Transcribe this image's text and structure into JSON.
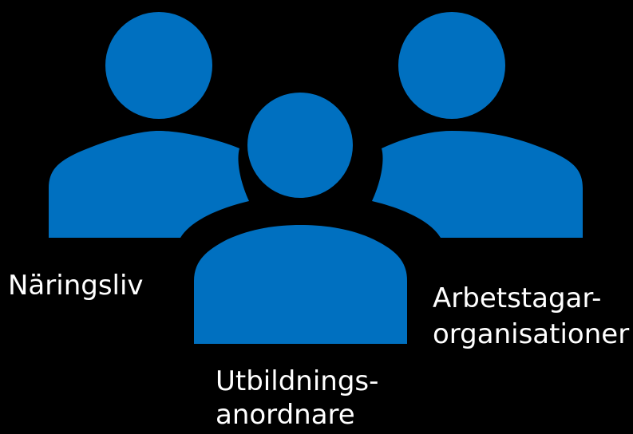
{
  "colors": {
    "background": "#000000",
    "person_fill": "#0070C0",
    "text": "#FFFFFF"
  },
  "icons": [
    "person-icon",
    "person-icon",
    "person-icon"
  ],
  "groups": {
    "left": {
      "label": "Näringsliv"
    },
    "right": {
      "label_line1": "Arbetstagar-",
      "label_line2": "organisationer"
    },
    "center": {
      "label_line1": "Utbildnings-",
      "label_line2": "anordnare"
    }
  }
}
